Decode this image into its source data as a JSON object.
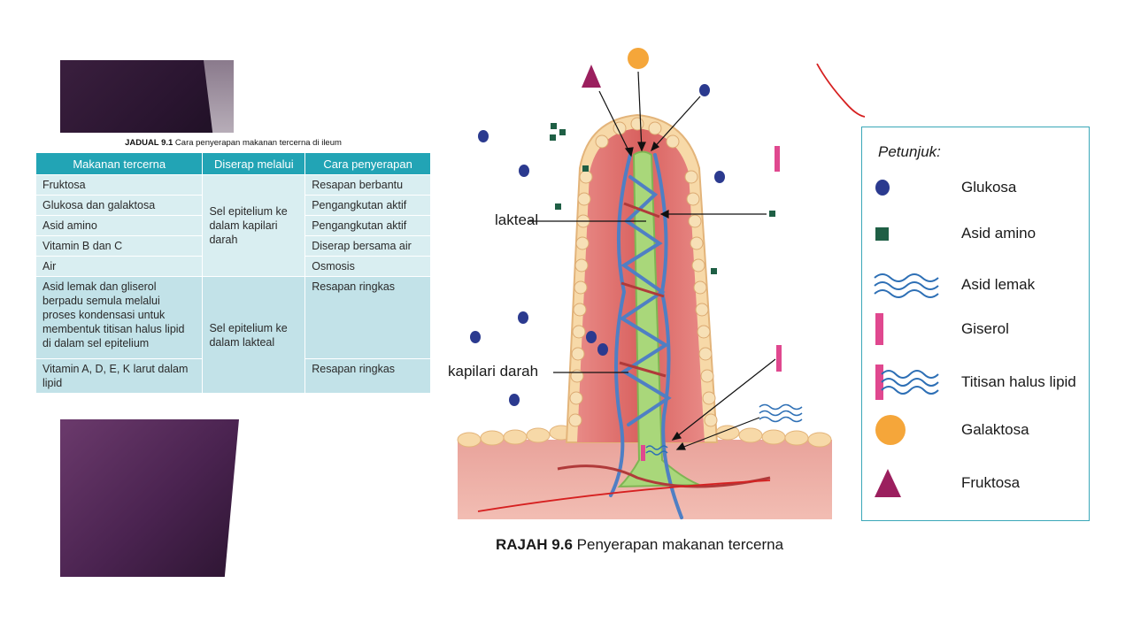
{
  "table": {
    "caption_bold": "JADUAL 9.1",
    "caption_rest": " Cara penyerapan makanan tercerna di ileum",
    "headers": [
      "Makanan tercerna",
      "Diserap melalui",
      "Cara penyerapan"
    ],
    "rows": [
      {
        "food": "Fruktosa",
        "method": "Resapan berbantu"
      },
      {
        "food": "Glukosa dan galaktosa",
        "method": "Pengangkutan aktif"
      },
      {
        "food": "Asid amino",
        "method": "Pengangkutan aktif"
      },
      {
        "food": "Vitamin B dan C",
        "method": "Diserap bersama air"
      },
      {
        "food": "Air",
        "method": "Osmosis"
      },
      {
        "food": "Asid lemak dan gliserol berpadu semula melalui proses kondensasi untuk membentuk titisan halus lipid di dalam sel epitelium",
        "method": "Resapan ringkas"
      },
      {
        "food": "Vitamin A, D, E, K larut dalam lipid",
        "method": "Resapan ringkas"
      }
    ],
    "via_blood": "Sel epitelium ke dalam kapilari darah",
    "via_lacteal": "Sel epitelium ke dalam lakteal"
  },
  "figure": {
    "label_lacteal": "lakteal",
    "label_capillary": "kapilari darah",
    "caption_bold": "RAJAH 9.6",
    "caption_rest": " Penyerapan makanan tercerna"
  },
  "legend": {
    "title": "Petunjuk:",
    "items": [
      {
        "label": "Glukosa",
        "icon": "blue-circle-icon",
        "color": "#2b3a8f"
      },
      {
        "label": "Asid amino",
        "icon": "green-square-icon",
        "color": "#1f5f45"
      },
      {
        "label": "Asid lemak",
        "icon": "wavy-lines-icon",
        "color": "#2d6fb5"
      },
      {
        "label": "Giserol",
        "icon": "pink-bar-icon",
        "color": "#e0488f"
      },
      {
        "label": "Titisan halus lipid",
        "icon": "lipid-droplet-icon",
        "color": "#2d6fb5"
      },
      {
        "label": "Galaktosa",
        "icon": "orange-circle-icon",
        "color": "#f5a63a"
      },
      {
        "label": "Fruktosa",
        "icon": "purple-triangle-icon",
        "color": "#9b1f5e"
      }
    ]
  }
}
